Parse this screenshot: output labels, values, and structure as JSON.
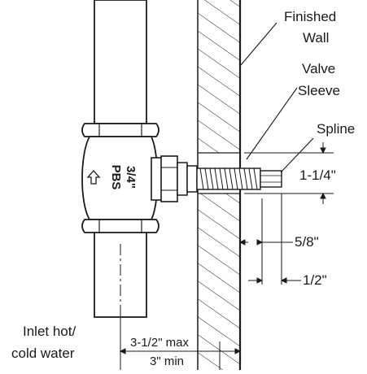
{
  "labels": {
    "finished_wall_1": "Finished",
    "finished_wall_2": "Wall",
    "valve_sleeve_1": "Valve",
    "valve_sleeve_2": "Sleeve",
    "spline": "Spline",
    "dim_1_1_4": "1-1/4\"",
    "dim_5_8": "5/8\"",
    "dim_1_2": "1/2\"",
    "inlet_1": "Inlet hot/",
    "inlet_2": "cold water",
    "dim_max": "3-1/2\" max",
    "dim_min": "3\" min"
  },
  "body_marking": {
    "size": "3/4\"",
    "type": "PBS"
  },
  "colors": {
    "line": "#1a1a1a",
    "background": "#ffffff"
  }
}
